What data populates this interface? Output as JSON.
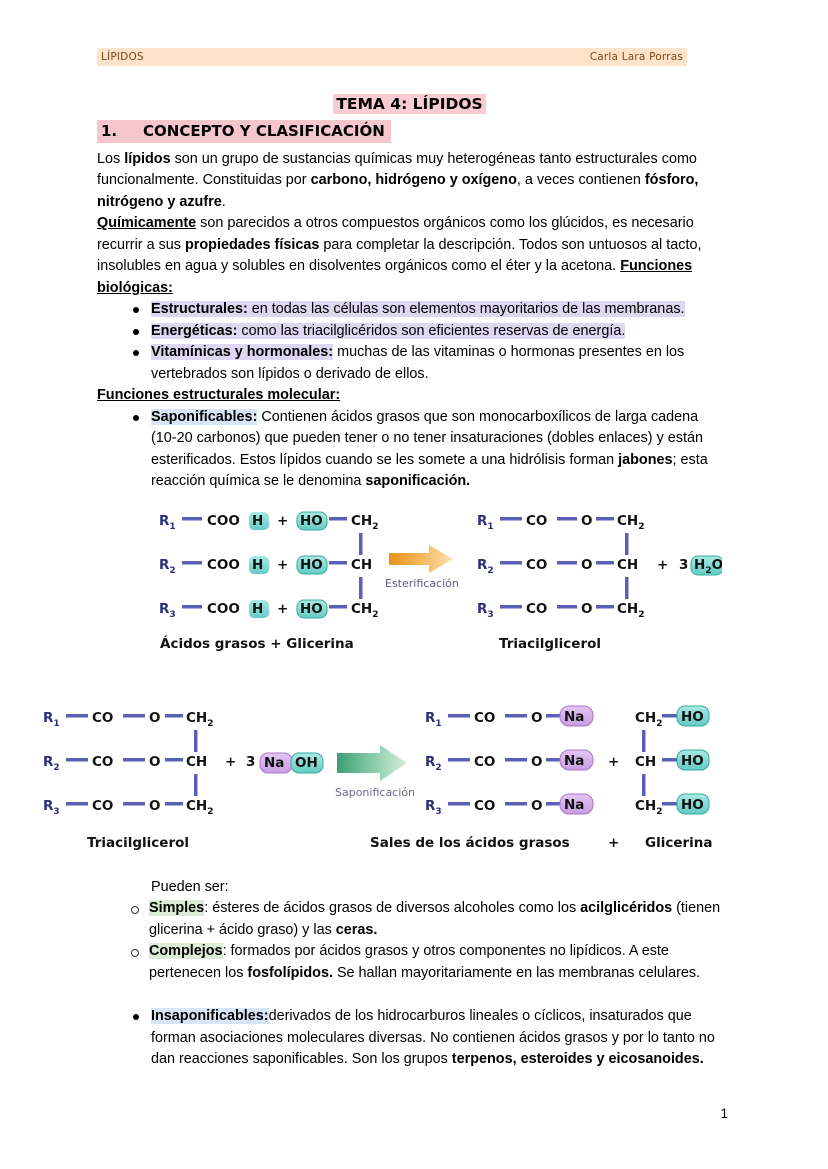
{
  "header": {
    "left_label": "LÍPIDOS",
    "right_label": "Carla Lara Porras"
  },
  "title": "TEMA 4: LÍPIDOS",
  "section": {
    "number": "1.",
    "label": "CONCEPTO Y CLASIFICACIÓN"
  },
  "paragraphs": {
    "p1_a": "Los ",
    "p1_b": "lípidos",
    "p1_c": " son un grupo de sustancias químicas muy heterogéneas tanto estructurales como funcionalmente. Constituidas por ",
    "p1_d": "carbono, hidrógeno y oxígeno",
    "p1_e": ", a veces contienen ",
    "p1_f": "fósforo, nitrógeno y azufre",
    "p1_g": ".",
    "p2_a": "Químicamente",
    "p2_b": " son parecidos a otros compuestos orgánicos como los glúcidos, es necesario recurrir a sus ",
    "p2_c": "propiedades físicas",
    "p2_d": " para completar la descripción. Todos son untuosos al tacto, insolubles en agua y solubles en disolventes orgánicos como el éter y la acetona. ",
    "p2_e": "Funciones biológicas:"
  },
  "biological_functions": [
    {
      "term": "Estructurales:",
      "text": " en todas las células son elementos mayoritarios de las membranas.",
      "highlight": "#ded7f2"
    },
    {
      "term": "Energéticas:",
      "text": " como las triacilglicéridos son eficientes reservas de energía.",
      "highlight": "#ded7f2"
    },
    {
      "term": "Vitamínicas y hormonales:",
      "text": " muchas de las vitaminas o hormonas presentes en los vertebrados son lípidos o derivado de ellos.",
      "highlight": "#ded7f2"
    }
  ],
  "molecular_heading": "Funciones estructurales molecular:",
  "saponificables": {
    "term": "Saponificables:",
    "t1": " Contienen ácidos grasos que son monocarboxílicos de larga cadena (10-20 carbonos) que pueden tener o no tener insaturaciones (dobles enlaces) y están esterificados. Estos lípidos cuando se les somete a una hidrólisis forman ",
    "t2": "jabones",
    "t3": "; esta reacción química se le denomina ",
    "t4": "saponificación.",
    "highlight": "#d7e6f7"
  },
  "figure_esterification": {
    "reactant_rows": [
      {
        "r": "R",
        "sub": "1",
        "group": "COO",
        "h": "H",
        "ho": "HO",
        "chain": "CH",
        "chain_sub": "2"
      },
      {
        "r": "R",
        "sub": "2",
        "group": "COO",
        "h": "H",
        "ho": "HO",
        "chain": "CH",
        "chain_sub": ""
      },
      {
        "r": "R",
        "sub": "3",
        "group": "COO",
        "h": "H",
        "ho": "HO",
        "chain": "CH",
        "chain_sub": "2"
      }
    ],
    "product_rows": [
      {
        "r": "R",
        "sub": "1",
        "co": "CO",
        "o": "O",
        "chain": "CH",
        "chain_sub": "2"
      },
      {
        "r": "R",
        "sub": "2",
        "co": "CO",
        "o": "O",
        "chain": "CH",
        "chain_sub": ""
      },
      {
        "r": "R",
        "sub": "3",
        "co": "CO",
        "o": "O",
        "chain": "CH",
        "chain_sub": "2"
      }
    ],
    "arrow_label": "Esterificación",
    "arrow_color": "#f2a93b",
    "plus": "+",
    "water_coeff": "3",
    "water": "H₂O",
    "left_caption": "Ácidos grasos  +  Glicerina",
    "right_caption": "Triacilglicerol"
  },
  "figure_saponification": {
    "reactant_rows": [
      {
        "r": "R",
        "sub": "1",
        "co": "CO",
        "o": "O",
        "chain": "CH",
        "chain_sub": "2"
      },
      {
        "r": "R",
        "sub": "2",
        "co": "CO",
        "o": "O",
        "chain": "CH",
        "chain_sub": ""
      },
      {
        "r": "R",
        "sub": "3",
        "co": "CO",
        "o": "O",
        "chain": "CH",
        "chain_sub": "2"
      }
    ],
    "reagent_coeff": "3",
    "reagent_na": "Na",
    "reagent_oh": "OH",
    "arrow_label": "Saponificación",
    "arrow_color": "#7dbd9a",
    "salt_rows": [
      {
        "r": "R",
        "sub": "1",
        "co": "CO",
        "o": "O",
        "na": "Na"
      },
      {
        "r": "R",
        "sub": "2",
        "co": "CO",
        "o": "O",
        "na": "Na"
      },
      {
        "r": "R",
        "sub": "3",
        "co": "CO",
        "o": "O",
        "na": "Na"
      }
    ],
    "glycerol_rows": [
      {
        "chain": "CH",
        "chain_sub": "2",
        "ho": "HO"
      },
      {
        "chain": "CH",
        "chain_sub": "",
        "ho": "HO"
      },
      {
        "chain": "CH",
        "chain_sub": "2",
        "ho": "HO"
      }
    ],
    "plus": "+",
    "left_caption": "Triacilglicerol",
    "mid_caption": "Sales de los ácidos grasos",
    "right_caption": "Glicerina"
  },
  "pueden_ser": "Pueden ser:",
  "simples_complejos": [
    {
      "term": "Simples",
      "t1": ": ésteres de ácidos grasos de diversos alcoholes como los ",
      "t2": "acilglicéridos",
      "t3": " (tienen glicerina + ácido graso) y las ",
      "t4": "ceras.",
      "highlight": "#dcebd4"
    },
    {
      "term": "Complejos",
      "t1": ": formados por ácidos grasos y otros componentes no lipídicos. A este pertenecen  los ",
      "t2": "fosfolípidos.",
      "t3": " Se hallan mayoritariamente en las membranas celulares.",
      "t4": "",
      "highlight": "#dcebd4"
    }
  ],
  "insaponificables": {
    "term": "Insaponificables:",
    "t1": "derivados de los hidrocarburos lineales o cíclicos, insaturados que forman asociaciones moleculares diversas. No contienen ácidos grasos y por lo tanto no dan reacciones saponificables. Son los grupos ",
    "t2": "terpenos, esteroides y eicosanoides.",
    "highlight": "#d7e6f7"
  },
  "page_number": "1",
  "colors": {
    "header_band": "#fce3ca",
    "header_text": "#7a4a1e",
    "title_highlight": "#f9ccd4",
    "section_highlight": "#f6c6cd",
    "teal_chip": "#8fdcd6",
    "purple_chip": "#d9b3ea",
    "bond_blue": "#5b5fb5"
  }
}
